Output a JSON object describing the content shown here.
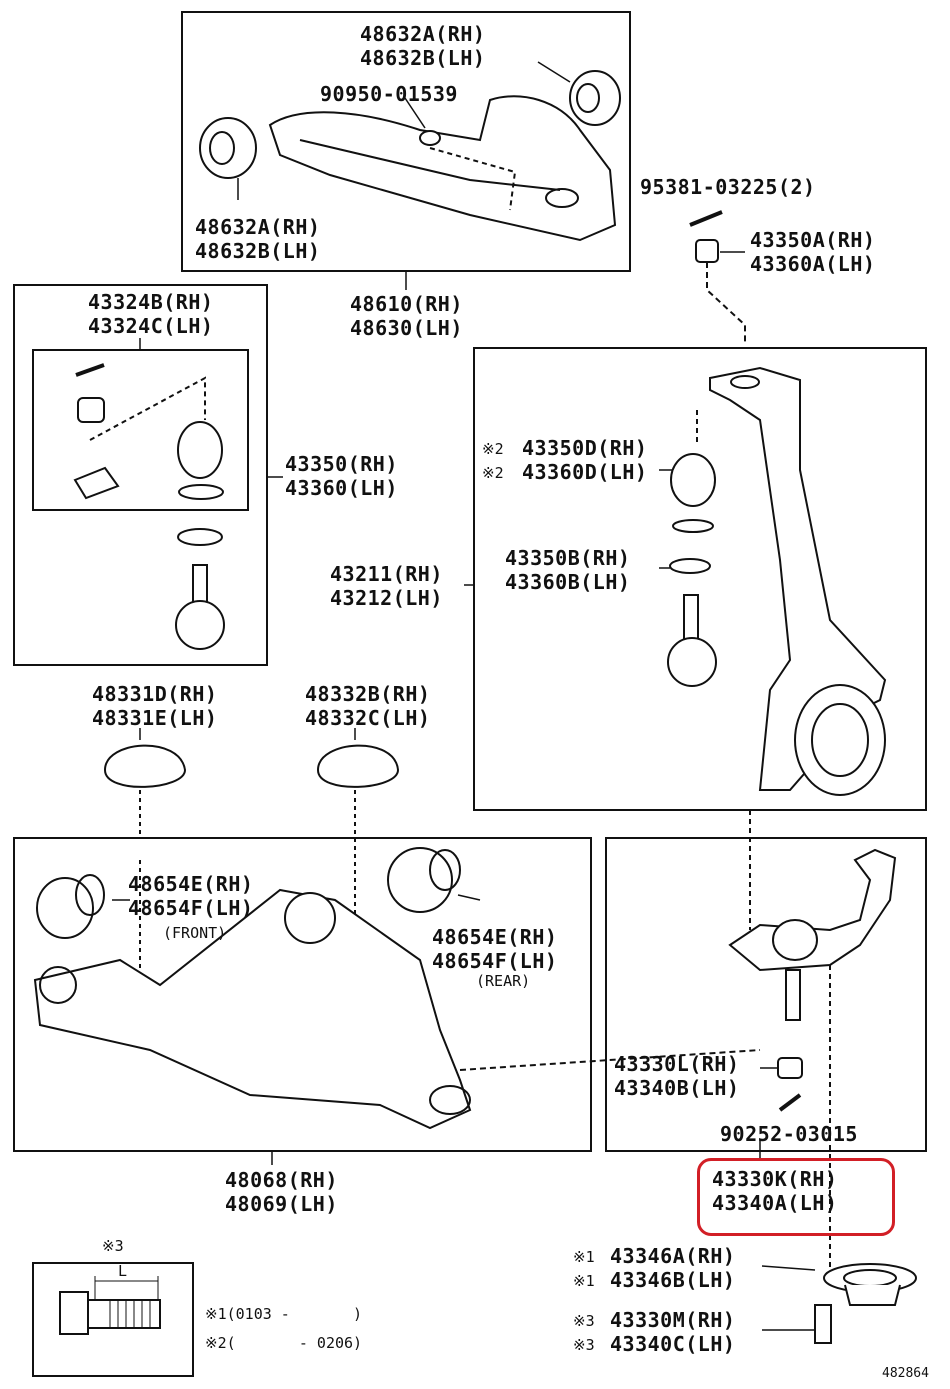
{
  "parts": {
    "upper_bushing_top": {
      "rh": "48632A(RH)",
      "lh": "48632B(LH)"
    },
    "cap": "90950-01539",
    "upper_bushing_left": {
      "rh": "48632A(RH)",
      "lh": "48632B(LH)"
    },
    "cotter_pin": "95381-03225(2)",
    "nut_upper": {
      "rh": "43350A(RH)",
      "lh": "43360A(LH)"
    },
    "upper_arm": {
      "rh": "48610(RH)",
      "lh": "48630(LH)"
    },
    "ball_joint_kit": {
      "rh": "43324B(RH)",
      "lh": "43324C(LH)"
    },
    "ball_joint_upper": {
      "rh": "43350(RH)",
      "lh": "43360(LH)"
    },
    "steering_knuckle": {
      "rh": "43211(RH)",
      "lh": "43212(LH)"
    },
    "dust_cover": {
      "mark": "※2",
      "rh": "43350D(RH)",
      "lh": "43360D(LH)"
    },
    "snap_ring": {
      "rh": "43350B(RH)",
      "lh": "43360B(LH)"
    },
    "bound_stopper_front": {
      "rh": "48331D(RH)",
      "lh": "48331E(LH)"
    },
    "bound_stopper_rear": {
      "rh": "48332B(RH)",
      "lh": "48332C(LH)"
    },
    "lower_bushing_front": {
      "rh": "48654E(RH)",
      "lh": "48654F(LH)",
      "note": "(FRONT)"
    },
    "lower_bushing_rear": {
      "rh": "48654E(RH)",
      "lh": "48654F(LH)",
      "note": "(REAR)"
    },
    "lower_nut": {
      "rh": "43330L(RH)",
      "lh": "43340B(LH)"
    },
    "cotter_pin_lower": "90252-03015",
    "lower_arm": {
      "rh": "48068(RH)",
      "lh": "48069(LH)"
    },
    "lower_ball_joint": {
      "rh": "43330K(RH)",
      "lh": "43340A(LH)"
    },
    "seat": {
      "mark": "※1",
      "rh": "43346A(RH)",
      "lh": "43346B(LH)"
    },
    "bolt": {
      "mark": "※3",
      "rh": "43330M(RH)",
      "lh": "43340C(LH)"
    }
  },
  "inset": {
    "mark": "※3",
    "dimension": "L",
    "note1": "※1(0103 -       )",
    "note2": "※2(       - 0206)"
  },
  "diagram_number": "482864",
  "highlight_color": "#d21f26"
}
